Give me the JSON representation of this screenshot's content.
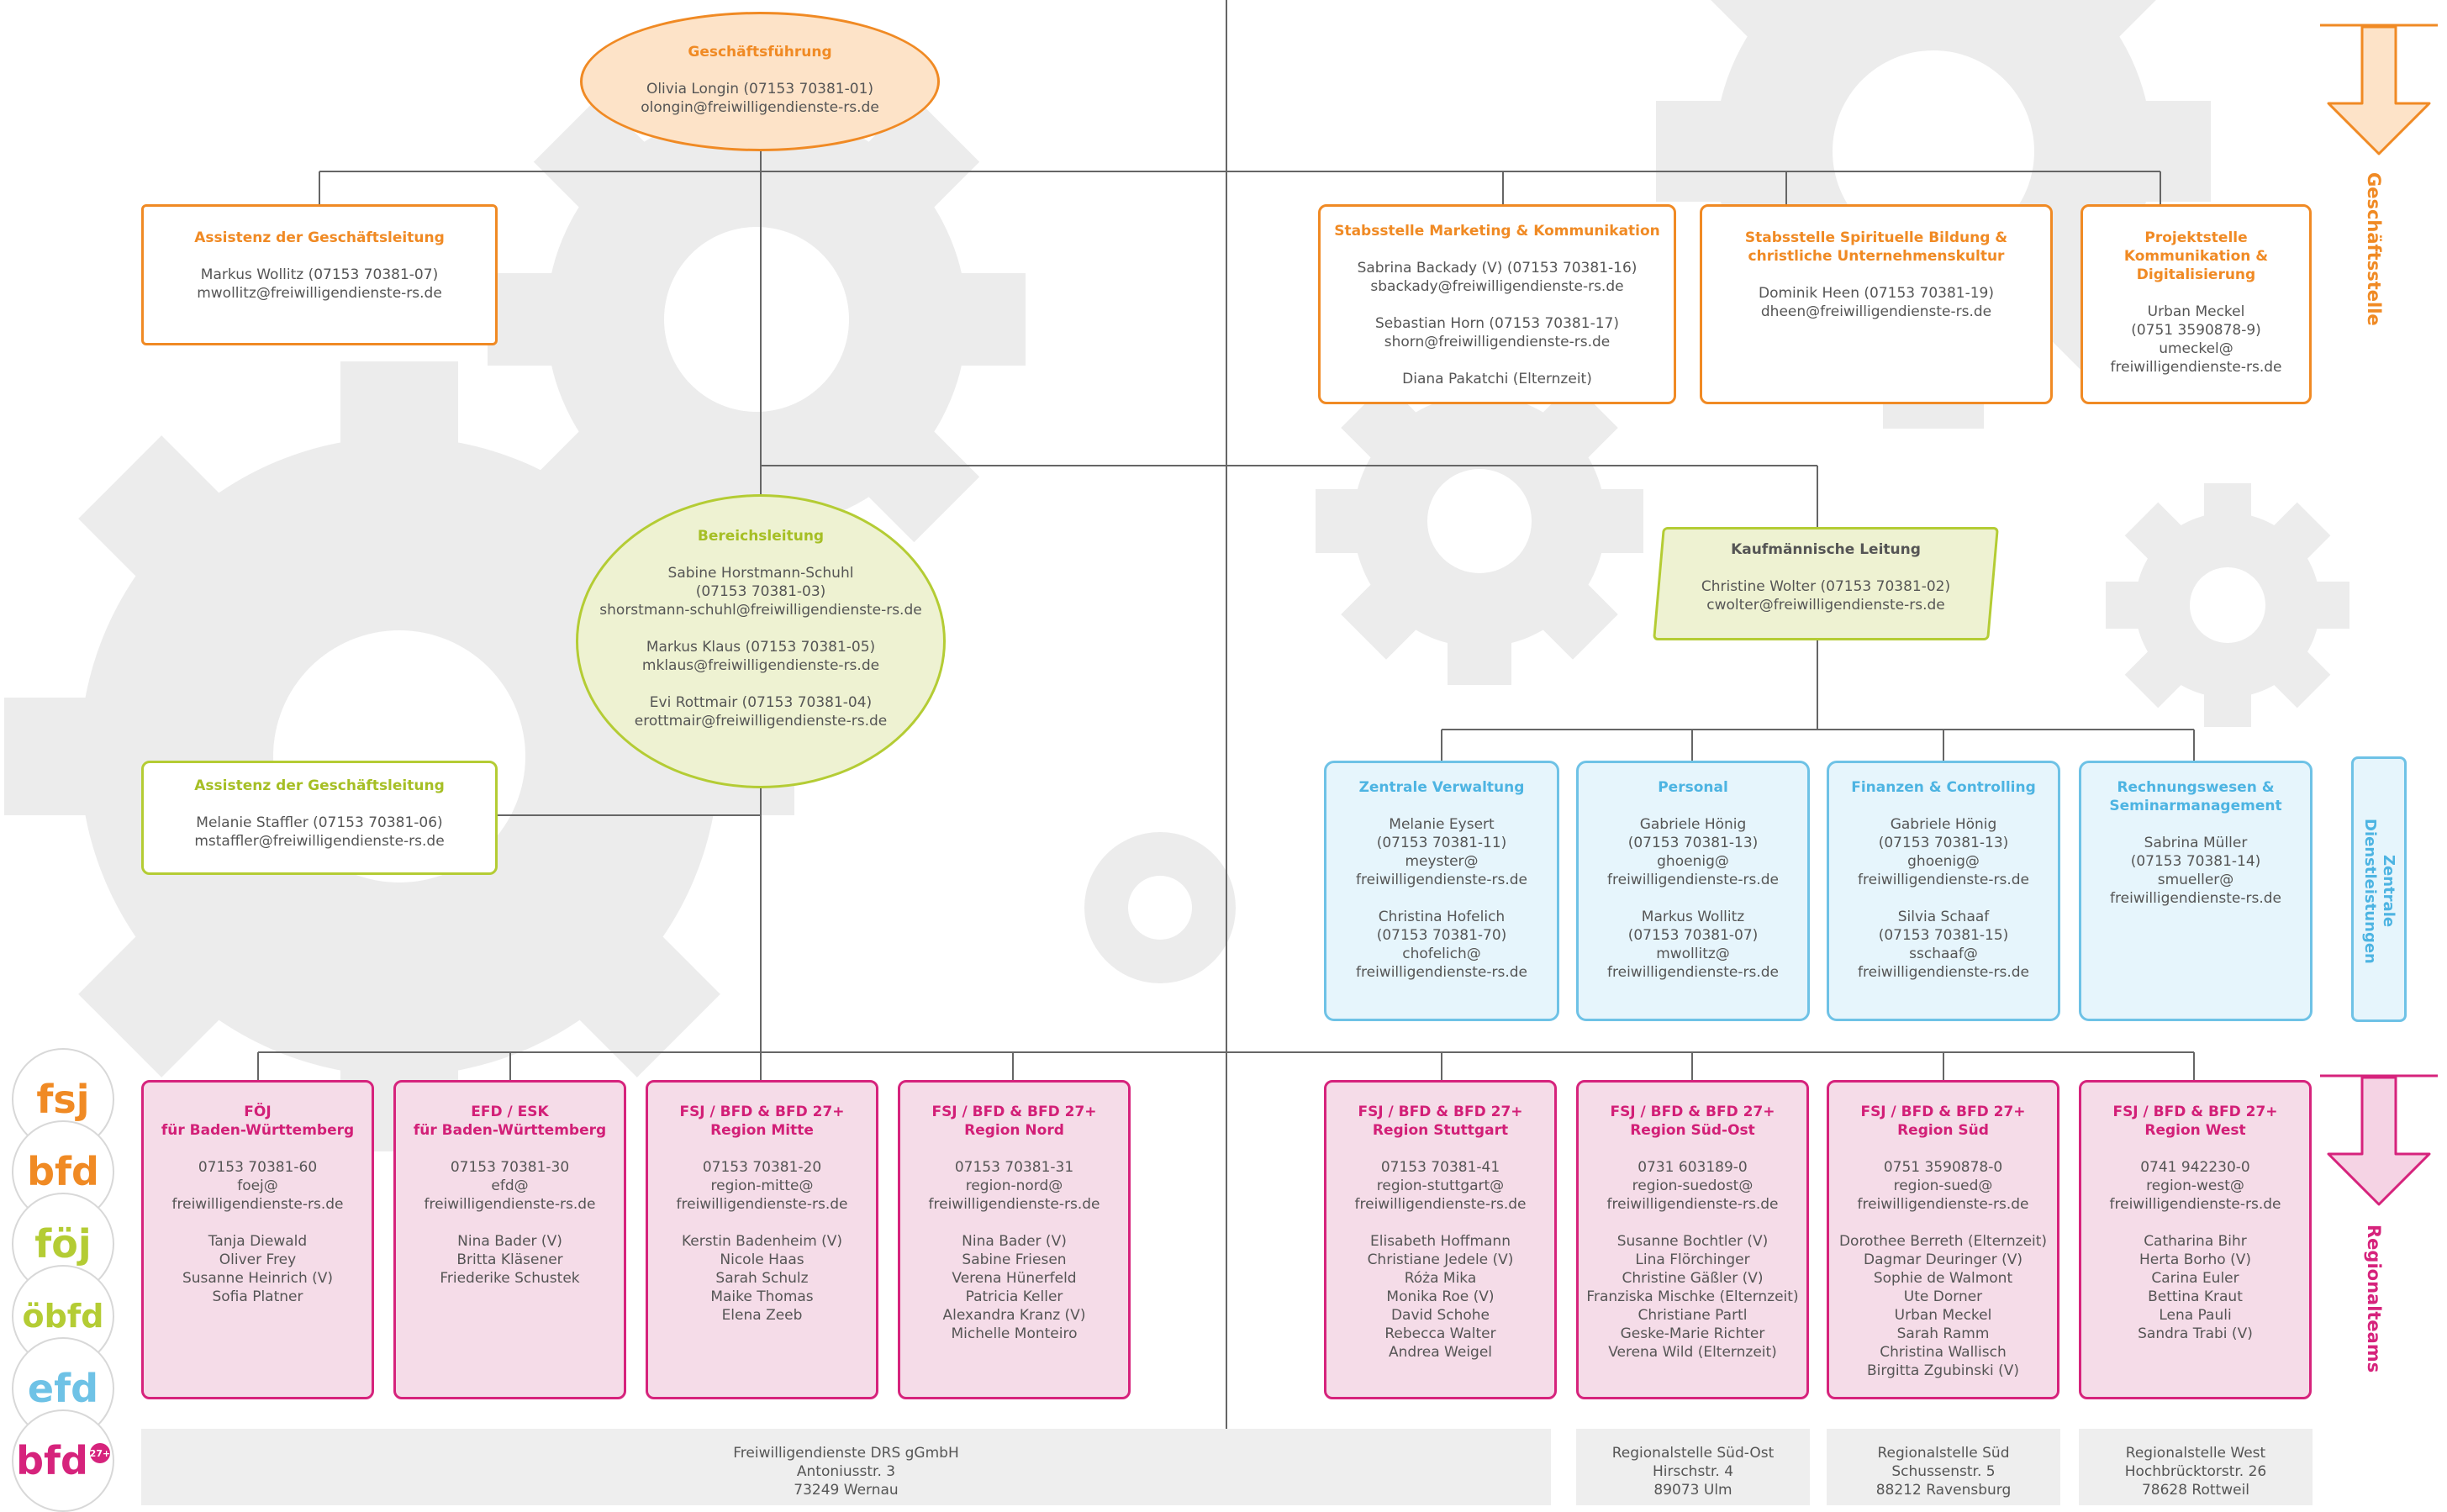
{
  "colors": {
    "orange": "#f08a24",
    "green": "#b4cc34",
    "blue": "#6ec2e6",
    "pink": "#d6237c",
    "line": "#666666",
    "gear": "#ececec",
    "footer_bg": "#eeeeee"
  },
  "background_icons": [
    "gear-icon",
    "gear-icon",
    "gear-icon",
    "gear-icon",
    "gear-icon",
    "gear-icon"
  ],
  "side_labels": {
    "geschaeftsstelle": "Geschäftsstelle",
    "zentrale": "Zentrale Dienstleistungen",
    "regionalteams": "Regionalteams"
  },
  "geschaeftsfuehrung": {
    "title": "Geschäftsführung",
    "lines": [
      "Olivia Longin (07153 70381-01)",
      "olongin@freiwilligendienste-rs.de"
    ]
  },
  "assistenz_gl_1": {
    "title": "Assistenz der Geschäftsleitung",
    "lines": [
      "Markus Wollitz (07153 70381-07)",
      "mwollitz@freiwilligendienste-rs.de"
    ]
  },
  "stab_marketing": {
    "title": "Stabsstelle Marketing & Kommunikation",
    "lines": [
      "Sabrina Backady (V) (07153 70381-16)",
      "sbackady@freiwilligendienste-rs.de",
      "",
      "Sebastian Horn (07153 70381-17)",
      "shorn@freiwilligendienste-rs.de",
      "",
      "Diana Pakatchi (Elternzeit)"
    ]
  },
  "stab_spiritual": {
    "title": "Stabsstelle Spirituelle Bildung & christliche Unternehmenskultur",
    "lines": [
      "Dominik Heen (07153 70381-19)",
      "dheen@freiwilligendienste-rs.de"
    ]
  },
  "projektstelle": {
    "title": "Projektstelle Kommunikation & Digitalisierung",
    "lines": [
      "Urban Meckel",
      "(0751 3590878-9)",
      "umeckel@",
      "freiwilligendienste-rs.de"
    ]
  },
  "bereichsleitung": {
    "title": "Bereichsleitung",
    "lines": [
      "Sabine Horstmann-Schuhl",
      "(07153 70381-03)",
      "shorstmann-schuhl@freiwilligendienste-rs.de",
      "",
      "Markus Klaus (07153 70381-05)",
      "mklaus@freiwilligendienste-rs.de",
      "",
      "Evi Rottmair (07153 70381-04)",
      "erottmair@freiwilligendienste-rs.de"
    ]
  },
  "kaufmaennisch": {
    "title": "Kaufmännische Leitung",
    "lines": [
      "Christine Wolter (07153 70381-02)",
      "cwolter@freiwilligendienste-rs.de"
    ]
  },
  "assistenz_gl_2": {
    "title": "Assistenz der Geschäftsleitung",
    "lines": [
      "Melanie Staffler (07153 70381-06)",
      "mstaffler@freiwilligendienste-rs.de"
    ]
  },
  "zentrale_verwaltung": {
    "title": "Zentrale Verwaltung",
    "lines": [
      "Melanie Eysert",
      "(07153 70381-11)",
      "meyster@",
      "freiwilligendienste-rs.de",
      "",
      "Christina Hofelich",
      "(07153 70381-70)",
      "chofelich@",
      "freiwilligendienste-rs.de"
    ]
  },
  "personal": {
    "title": "Personal",
    "lines": [
      "Gabriele Hönig",
      "(07153 70381-13)",
      "ghoenig@",
      "freiwilligendienste-rs.de",
      "",
      "Markus Wollitz",
      "(07153 70381-07)",
      "mwollitz@",
      "freiwilligendienste-rs.de"
    ]
  },
  "finanzen": {
    "title": "Finanzen & Controlling",
    "lines": [
      "Gabriele Hönig",
      "(07153 70381-13)",
      "ghoenig@",
      "freiwilligendienste-rs.de",
      "",
      "Silvia Schaaf",
      "(07153 70381-15)",
      "sschaaf@",
      "freiwilligendienste-rs.de"
    ]
  },
  "rechnungswesen": {
    "title": "Rechnungswesen & Seminarmanagement",
    "lines": [
      "Sabrina Müller",
      "(07153 70381-14)",
      "smueller@",
      "freiwilligendienste-rs.de"
    ]
  },
  "foej": {
    "title": "FÖJ\nfür Baden-Württemberg",
    "lines": [
      "07153 70381-60",
      "foej@",
      "freiwilligendienste-rs.de",
      "",
      "Tanja Diewald",
      "Oliver Frey",
      "Susanne Heinrich (V)",
      "Sofia Platner"
    ]
  },
  "efd": {
    "title": "EFD / ESK\nfür Baden-Württemberg",
    "lines": [
      "07153 70381-30",
      "efd@",
      "freiwilligendienste-rs.de",
      "",
      "Nina Bader (V)",
      "Britta Kläsener",
      "Friederike Schustek"
    ]
  },
  "mitte": {
    "title": "FSJ / BFD & BFD 27+\nRegion Mitte",
    "lines": [
      "07153 70381-20",
      "region-mitte@",
      "freiwilligendienste-rs.de",
      "",
      "Kerstin Badenheim (V)",
      "Nicole Haas",
      "Sarah Schulz",
      "Maike Thomas",
      "Elena Zeeb"
    ]
  },
  "nord": {
    "title": "FSJ / BFD & BFD 27+\nRegion Nord",
    "lines": [
      "07153 70381-31",
      "region-nord@",
      "freiwilligendienste-rs.de",
      "",
      "Nina Bader (V)",
      "Sabine Friesen",
      "Verena Hünerfeld",
      "Patricia Keller",
      "Alexandra Kranz (V)",
      "Michelle Monteiro"
    ]
  },
  "stuttgart": {
    "title": "FSJ / BFD & BFD 27+\nRegion Stuttgart",
    "lines": [
      "07153 70381-41",
      "region-stuttgart@",
      "freiwilligendienste-rs.de",
      "",
      "Elisabeth Hoffmann",
      "Christiane Jedele (V)",
      "Róża Mika",
      "Monika Roe (V)",
      "David Schohe",
      "Rebecca Walter",
      "Andrea Weigel"
    ]
  },
  "suedost": {
    "title": "FSJ / BFD & BFD 27+\nRegion Süd-Ost",
    "lines": [
      "0731 603189-0",
      "region-suedost@",
      "freiwilligendienste-rs.de",
      "",
      "Susanne Bochtler (V)",
      "Lina Flörchinger",
      "Christine Gäßler (V)",
      "Franziska Mischke (Elternzeit)",
      "Christiane Partl",
      "Geske-Marie Richter",
      "Verena Wild (Elternzeit)"
    ]
  },
  "sued": {
    "title": "FSJ / BFD & BFD 27+\nRegion Süd",
    "lines": [
      "0751 3590878-0",
      "region-sued@",
      "freiwilligendienste-rs.de",
      "",
      "Dorothee Berreth (Elternzeit)",
      "Dagmar Deuringer (V)",
      "Sophie de Walmont",
      "Ute Dorner",
      "Urban Meckel",
      "Sarah Ramm",
      "Christina Wallisch",
      "Birgitta Zgubinski (V)"
    ]
  },
  "west": {
    "title": "FSJ / BFD & BFD 27+\nRegion West",
    "lines": [
      "0741 942230-0",
      "region-west@",
      "freiwilligendienste-rs.de",
      "",
      "Catharina Bihr",
      "Herta Borho (V)",
      "Carina Euler",
      "Bettina Kraut",
      "Lena Pauli",
      "Sandra Trabi (V)"
    ]
  },
  "footer": {
    "main": [
      "Freiwilligendienste DRS gGmbH",
      "Antoniusstr. 3",
      "73249 Wernau"
    ],
    "suedost": [
      "Regionalstelle Süd-Ost",
      "Hirschstr. 4",
      "89073 Ulm"
    ],
    "sued": [
      "Regionalstelle Süd",
      "Schussenstr. 5",
      "88212 Ravensburg"
    ],
    "west": [
      "Regionalstelle West",
      "Hochbrücktorstr. 26",
      "78628 Rottweil"
    ]
  },
  "badges": [
    {
      "label": "fsj",
      "color": "#f08a24"
    },
    {
      "label": "bfd",
      "color": "#f08a24"
    },
    {
      "label": "föj",
      "color": "#b4cc34"
    },
    {
      "label": "öbfd",
      "color": "#b4cc34"
    },
    {
      "label": "efd",
      "color": "#6ec2e6"
    },
    {
      "label": "bfd",
      "color": "#d6237c",
      "sup": "27+"
    }
  ]
}
